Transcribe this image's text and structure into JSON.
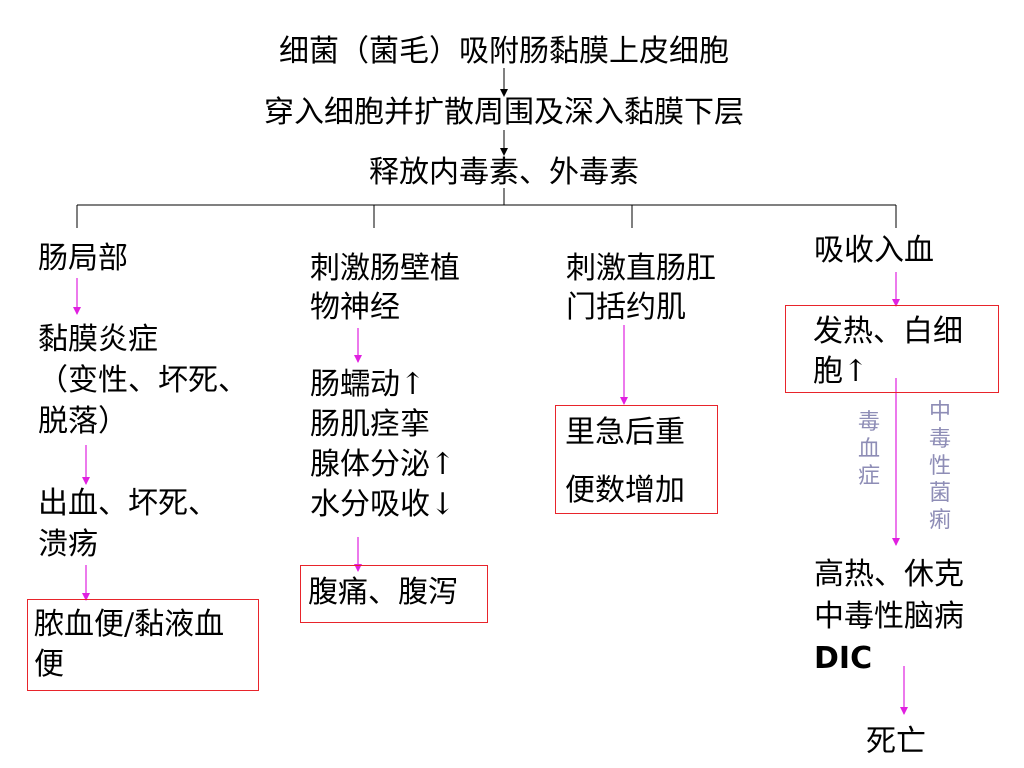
{
  "colors": {
    "frame": "#e8242b",
    "arrow_pink": "#e020e0",
    "vertical_text": "#8e8db6",
    "connector": "#000000"
  },
  "top": {
    "step1": "细菌（菌毛）吸附肠黏膜上皮细胞",
    "step2": "穿入细胞并扩散周围及深入黏膜下层",
    "step3": "释放内毒素、外毒素"
  },
  "branches": {
    "local": {
      "head": "肠局部",
      "mucosa_line1": "黏膜炎症",
      "mucosa_line2": "（变性、坏死、",
      "mucosa_line3": "脱落）",
      "bleed_line1": "出血、坏死、",
      "bleed_line2": "溃疡",
      "result_line1": "脓血便/黏液血",
      "result_line2": "便"
    },
    "nerve": {
      "head_line1": "刺激肠壁植",
      "head_line2": "物神经",
      "effect1": "肠蠕动↑",
      "effect2": "肠肌痉挛",
      "effect3": "腺体分泌↑",
      "effect4": "水分吸收↓",
      "result": "腹痛、腹泻"
    },
    "rectum": {
      "head_line1": "刺激直肠肛",
      "head_line2": "门括约肌",
      "result_line1": "里急后重",
      "result_line2": "便数增加"
    },
    "blood": {
      "head": "吸收入血",
      "fever_line1": "发热、白细",
      "fever_line2": "胞↑",
      "label_left": "毒血症",
      "label_right": "中毒性菌痢",
      "severe1": "高热、休克",
      "severe2": "中毒性脑病",
      "severe3": "DIC",
      "death": "死亡"
    }
  }
}
